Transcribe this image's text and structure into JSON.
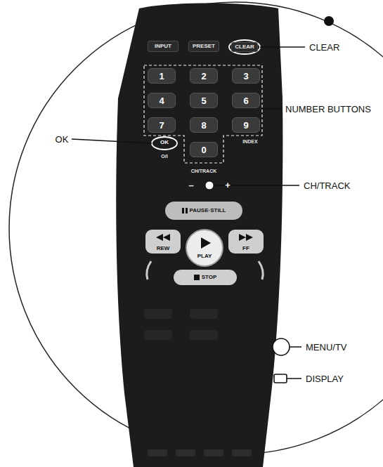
{
  "diagram": {
    "nodes": [
      {
        "text": [
          "INPUT"
        ]
      },
      {
        "text": [
          "PRESET"
        ]
      },
      {
        "text": [
          "CLEAR"
        ]
      },
      {
        "text": [
          "1"
        ]
      },
      {
        "text": [
          "2"
        ]
      },
      {
        "text": [
          "3"
        ]
      },
      {
        "text": [
          "4"
        ]
      },
      {
        "text": [
          "5"
        ]
      },
      {
        "text": [
          "6"
        ]
      },
      {
        "text": [
          "7"
        ]
      },
      {
        "text": [
          "8"
        ]
      },
      {
        "text": [
          "9"
        ]
      },
      {
        "text": [
          "0"
        ]
      },
      {
        "text": [
          "PAUSE·STILL"
        ]
      },
      {
        "text": [
          "REW"
        ]
      },
      {
        "text": [
          "PLAY"
        ]
      },
      {
        "text": [
          "FF"
        ]
      },
      {
        "text": [
          "STOP"
        ]
      }
    ],
    "labels": [
      "CLEAR",
      "NUMBER BUTTONS",
      "OK",
      "OK",
      "INDEX",
      "O/I",
      "CH/TRACK",
      "–",
      "+",
      "CH/TRACK",
      "MENU/TV",
      "DISPLAY"
    ]
  }
}
